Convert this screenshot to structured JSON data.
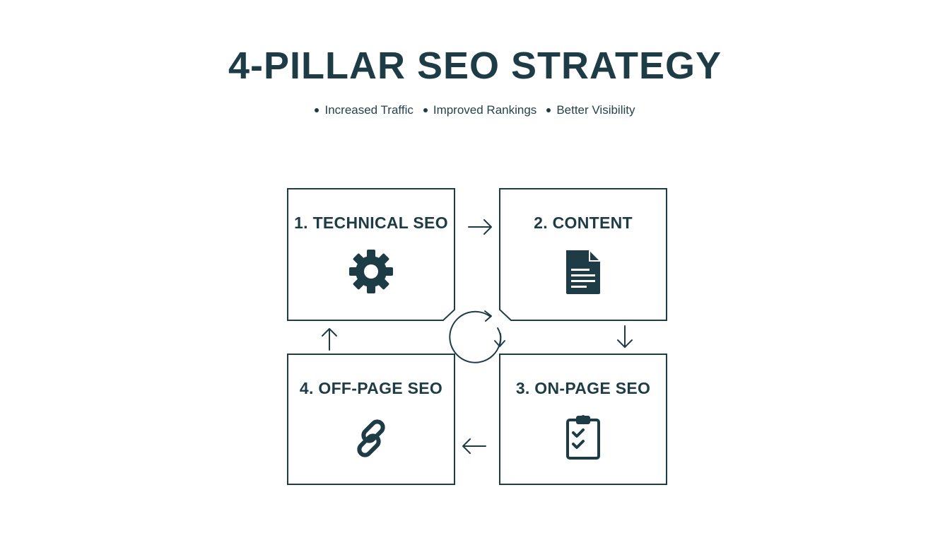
{
  "title": "4-PILLAR SEO STRATEGY",
  "benefits": [
    "Increased Traffic",
    "Improved Rankings",
    "Better Visibility"
  ],
  "pillars": [
    {
      "label": "1. TECHNICAL SEO",
      "icon": "gear-icon"
    },
    {
      "label": "2. CONTENT",
      "icon": "document-icon"
    },
    {
      "label": "3. ON-PAGE SEO",
      "icon": "clipboard-check-icon"
    },
    {
      "label": "4. OFF-PAGE SEO",
      "icon": "link-icon"
    }
  ],
  "colors": {
    "primary": "#1d3c46",
    "background": "#ffffff"
  }
}
